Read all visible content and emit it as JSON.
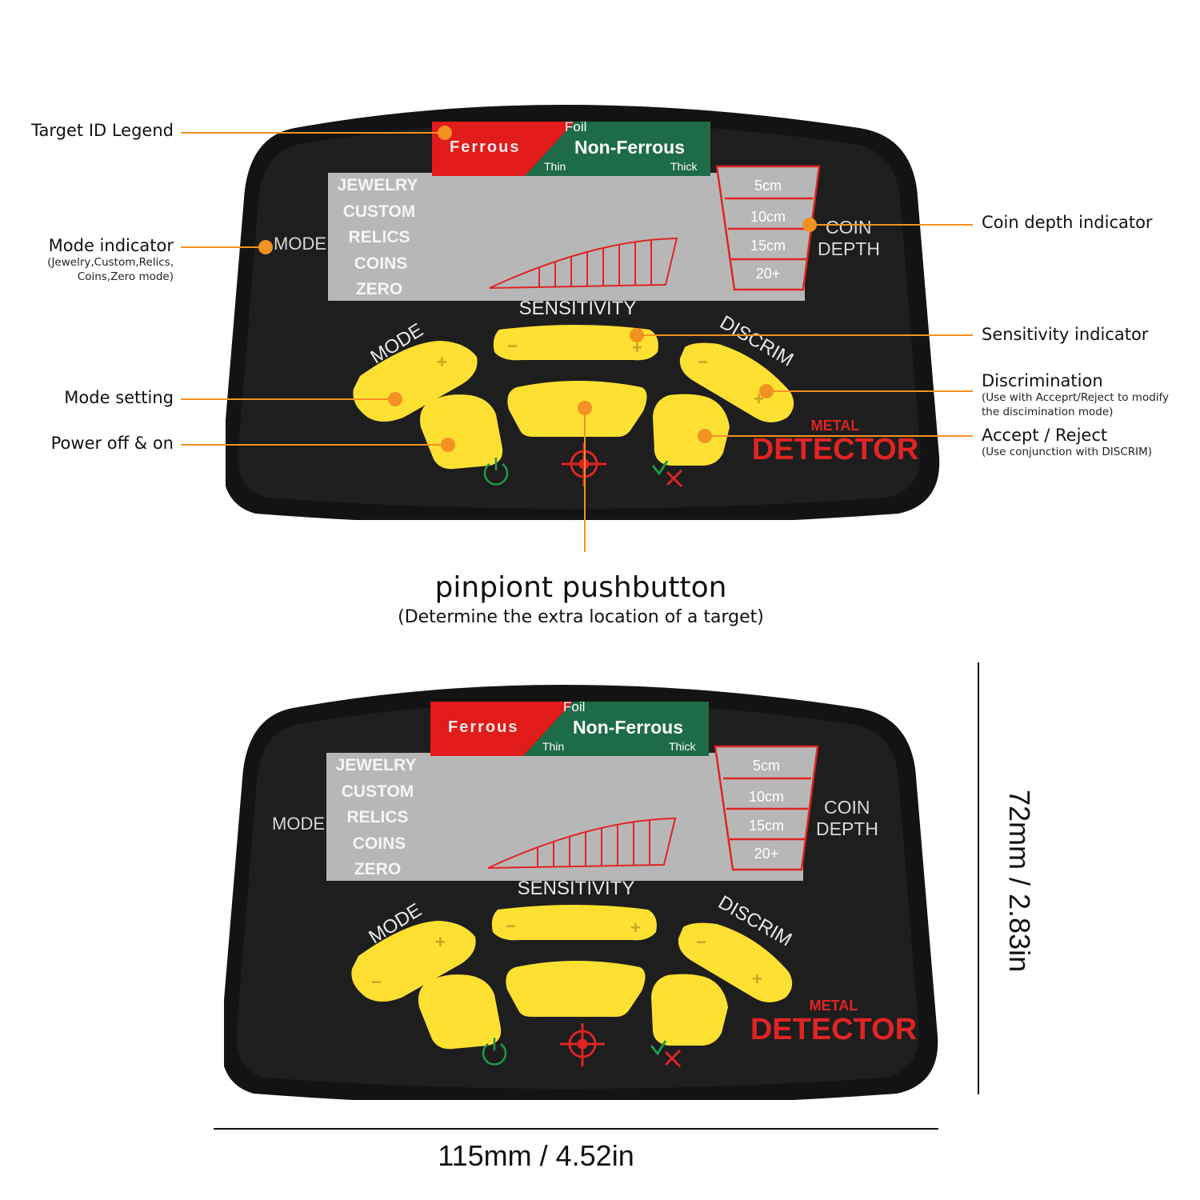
{
  "device": {
    "target_legend": {
      "ferrous": "Ferrous",
      "foil": "Foil",
      "non_ferrous": "Non-Ferrous",
      "thin": "Thin",
      "thick": "Thick"
    },
    "modes": [
      "JEWELRY",
      "CUSTOM",
      "RELICS",
      "COINS",
      "ZERO"
    ],
    "mode_label": "MODE",
    "depth_scale": [
      "5cm",
      "10cm",
      "15cm",
      "20+"
    ],
    "coin_label": "COIN",
    "depth_label": "DEPTH",
    "sensitivity_label": "SENSITIVITY",
    "mode_button_label": "MODE",
    "discrim_label": "DISCRIM",
    "minus": "−",
    "plus": "+",
    "brand_small": "METAL",
    "brand_large": "DETECTOR",
    "colors": {
      "body": "#131313",
      "button": "#fde032",
      "legend_red": "#e21b1b",
      "legend_green": "#1e6b47",
      "accent": "#f39221"
    }
  },
  "callouts": {
    "target_id": "Target ID Legend",
    "mode_indicator": "Mode indicator",
    "mode_indicator_sub1": "(Jewelry,Custom,Relics,",
    "mode_indicator_sub2": "Coins,Zero mode)",
    "mode_setting": "Mode setting",
    "power": "Power off & on",
    "coin_depth": "Coin depth indicator",
    "sensitivity": "Sensitivity indicator",
    "discrimination": "Discrimination",
    "discrimination_sub1": "(Use with Acceprt/Reject to modify",
    "discrimination_sub2": "the discimination mode)",
    "accept_reject": "Accept / Reject",
    "accept_reject_sub": "(Use conjunction with DISCRIM)",
    "pinpoint": "pinpiont pushbutton",
    "pinpoint_sub": "(Determine the extra location of a target)"
  },
  "dimensions": {
    "width": "115mm / 4.52in",
    "height": "72mm / 2.83in"
  }
}
